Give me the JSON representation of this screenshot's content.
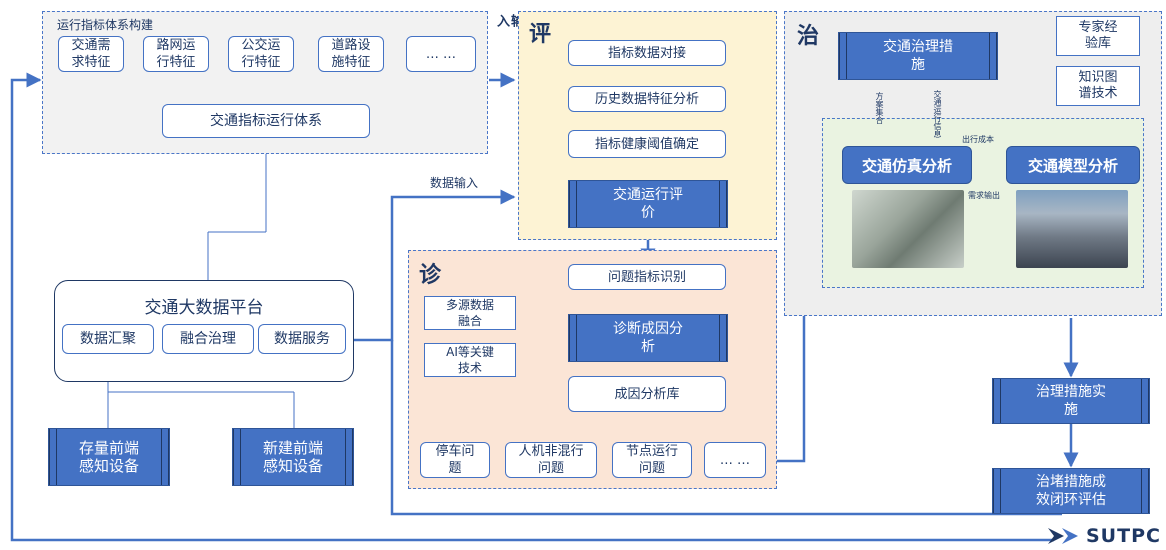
{
  "sys_section": {
    "title": "运行指标体系构建",
    "features": [
      "交通需\n求特征",
      "路网运\n行特征",
      "公交运\n行特征",
      "道路设\n施特征",
      "… …"
    ],
    "indicator_system": "交通指标运行体系"
  },
  "input_label": "指\n标\n输\n入",
  "data_input_label": "数据输入",
  "ping": {
    "char": "评",
    "steps": [
      "指标数据对接",
      "历史数据特征分析",
      "指标健康阈值确定"
    ],
    "evaluation": "交通运行评\n价"
  },
  "zhen": {
    "char": "诊",
    "identify": "问题指标识别",
    "fusion_doc": "多源数据\n融合",
    "ai_doc": "AI等关键\n技术",
    "diagnosis": "诊断成因分\n析",
    "library": "成因分析库",
    "problems": [
      "停车问\n题",
      "人机非混行\n问题",
      "节点运行\n问题",
      "… …"
    ]
  },
  "zhi": {
    "char": "治",
    "measures": "交通治理措\n施",
    "expert_doc": "专家经\n验库",
    "kg_doc": "知识图\n谱技术",
    "plan_label": "方案集合",
    "info_label": "交通运行信息",
    "sim": "交通仿真分析",
    "model": "交通模型分析",
    "cost_label": "出行成本",
    "demand_label": "需求输出"
  },
  "platform": {
    "title": "交通大数据平台",
    "items": [
      "数据汇聚",
      "融合治理",
      "数据服务"
    ]
  },
  "devices": [
    "存量前端\n感知设备",
    "新建前端\n感知设备"
  ],
  "implement": "治理措施实\n施",
  "closed_loop": "治堵措施成\n效闭环评估",
  "logo": "SUTPC",
  "colors": {
    "accent": "#4472c4",
    "line": "#4a76c8",
    "ping_bg": "#fdf3d4",
    "zhen_bg": "#fbe5d6",
    "zhi_bg": "#eeeeee",
    "sim_bg": "#eaf3e1"
  }
}
